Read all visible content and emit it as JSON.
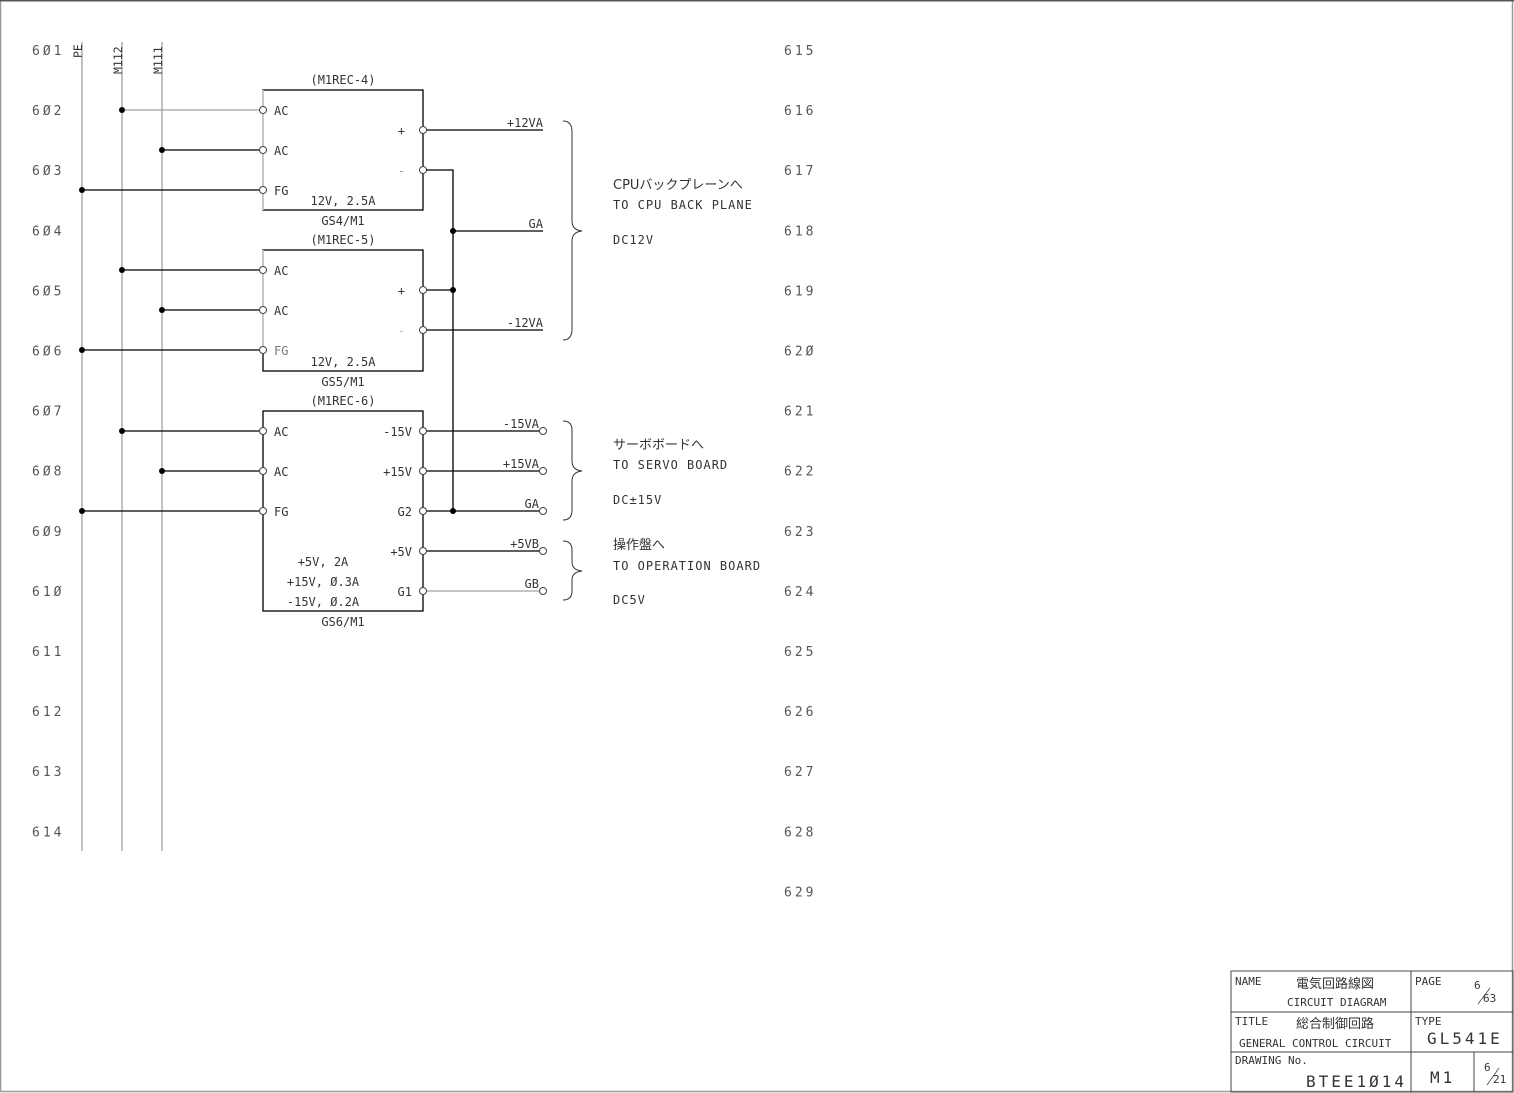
{
  "sheet": {
    "left_line_numbers": [
      "6Ø1",
      "6Ø2",
      "6Ø3",
      "6Ø4",
      "6Ø5",
      "6Ø6",
      "6Ø7",
      "6Ø8",
      "6Ø9",
      "61Ø",
      "611",
      "612",
      "613",
      "614"
    ],
    "right_line_numbers": [
      "615",
      "616",
      "617",
      "618",
      "619",
      "62Ø",
      "621",
      "622",
      "623",
      "624",
      "625",
      "626",
      "627",
      "628",
      "629"
    ],
    "buses": [
      {
        "id": "PE",
        "label": "PE"
      },
      {
        "id": "M112",
        "label": "M112"
      },
      {
        "id": "M111",
        "label": "M111"
      }
    ]
  },
  "supplies": [
    {
      "ref": "(M1REC-4)",
      "model": "GS4/M1",
      "rating": [
        "12V, 2.5A"
      ],
      "inputs": [
        "AC",
        "AC",
        "FG"
      ],
      "outputs": [
        {
          "pin": "+",
          "net": "+12VA"
        },
        {
          "pin": "-",
          "net": "GA"
        }
      ]
    },
    {
      "ref": "(M1REC-5)",
      "model": "GS5/M1",
      "rating": [
        "12V, 2.5A"
      ],
      "inputs": [
        "AC",
        "AC",
        "FG"
      ],
      "outputs": [
        {
          "pin": "+",
          "net": "GA"
        },
        {
          "pin": "-",
          "net": "-12VA"
        }
      ]
    },
    {
      "ref": "(M1REC-6)",
      "model": "GS6/M1",
      "rating": [
        "+5V, 2A",
        "+15V, Ø.3A",
        "-15V, Ø.2A"
      ],
      "inputs": [
        "AC",
        "AC",
        "FG"
      ],
      "outputs": [
        {
          "pin": "-15V",
          "net": "-15VA"
        },
        {
          "pin": "+15V",
          "net": "+15VA"
        },
        {
          "pin": "G2",
          "net": "GA"
        },
        {
          "pin": "+5V",
          "net": "+5VB"
        },
        {
          "pin": "G1",
          "net": "GB"
        }
      ]
    }
  ],
  "destinations": [
    {
      "jp": "CPUバックプレーンへ",
      "en": "TO CPU BACK PLANE",
      "voltage": "DC12V"
    },
    {
      "jp": "サーボボードへ",
      "en": "TO SERVO BOARD",
      "voltage": "DC±15V"
    },
    {
      "jp": "操作盤へ",
      "en": "TO OPERATION BOARD",
      "voltage": "DC5V"
    }
  ],
  "title_block": {
    "name_label": "NAME",
    "name_jp": "電気回路線図",
    "name_en": "CIRCUIT DIAGRAM",
    "page_label": "PAGE",
    "page_num": "6",
    "page_total": "63",
    "title_label": "TITLE",
    "title_jp": "総合制御回路",
    "title_en": "GENERAL CONTROL CIRCUIT",
    "type_label": "TYPE",
    "type_value": "GL541E",
    "drawing_label": "DRAWING No.",
    "drawing_value": "BTEE1Ø14",
    "unit": "M1",
    "sub_num": "6",
    "sub_total": "21"
  }
}
